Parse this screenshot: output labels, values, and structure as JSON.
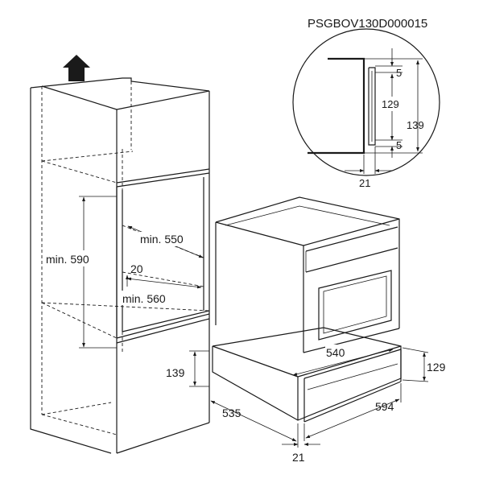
{
  "drawing_code": "PSGBOV130D000015",
  "detail": {
    "d5_top": "5",
    "d129": "129",
    "d139": "139",
    "d5_bottom": "5",
    "d21": "21"
  },
  "cabinet": {
    "min590": "min. 590",
    "min550": "min. 550",
    "d20": "20",
    "min560": "min. 560",
    "d139": "139",
    "d535": "535",
    "d21": "21"
  },
  "drawer": {
    "d540": "540",
    "d129": "129",
    "d594": "594"
  }
}
